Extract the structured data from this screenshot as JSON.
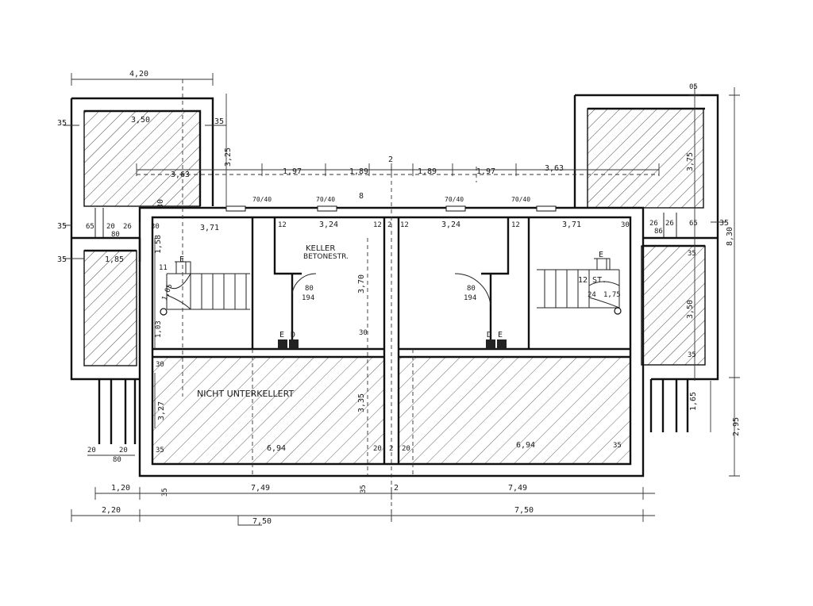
{
  "rooms": {
    "keller": "KELLER",
    "betonestr": "BETONESTR.",
    "nicht": "NICHT UNTERKELLERT"
  },
  "symbols": {
    "e": "E",
    "d": "D",
    "st": "12 ST."
  },
  "dimensions": {
    "top_overall": "4,20",
    "top_inner": "3,50",
    "left_35a": "35",
    "right_35a": "35",
    "v_325": "3,25",
    "d_363_l": "3,63",
    "d_197_l": "1,97",
    "d_189_l": "1,89",
    "d_2_top": "2",
    "d_189_r": "1,89",
    "d_197_r": "1,97",
    "d_363_r": "3,63",
    "w_30_l": "30",
    "w_70_40_l": "70/40",
    "w_70_40_c": "70/40",
    "w_8_c": "8",
    "w_70_40_cr": "70/40",
    "w_70_40_r": "70/40",
    "r_05": "05",
    "r_375": "3,75",
    "r_830": "8,30",
    "r_35b": "35",
    "left_35b": "35",
    "l_65": "65",
    "l_20": "20",
    "l_80": "80",
    "l_26": "26",
    "l_30": "30",
    "l_371": "3,71",
    "c_12a": "12",
    "c_324a": "3,24",
    "c_12b": "12",
    "c_2": "2",
    "c_12c": "12",
    "c_324b": "3,24",
    "c_12d": "12",
    "r_371": "3,71",
    "r_30": "30",
    "r_26a": "26",
    "r_26b": "26",
    "r_65": "65",
    "r_86": "86",
    "left_35c": "35",
    "l_185": "1,85",
    "l_158": "1,58",
    "l_11": "11",
    "l_105": "1,05",
    "l_103": "1,03",
    "door_80_l": "80",
    "door_194_l": "194",
    "v_370": "3,70",
    "door_80_r": "80",
    "door_194_r": "194",
    "r_24": "24",
    "r_175": "1,75",
    "r_35c": "35",
    "r_350": "3,50",
    "r_35d": "35",
    "l_30b": "30",
    "c_30": "30",
    "l_327": "3,27",
    "c_335": "3,35",
    "r_165": "1,65",
    "r_295": "2,95",
    "l_20b": "20",
    "l_20c": "20",
    "l_80b": "80",
    "l_35d": "35",
    "d_694_l": "6,94",
    "c_20a": "20",
    "c_2b": "2",
    "c_20b": "20",
    "d_694_r": "6,94",
    "r_35e": "35",
    "l_35e": "35",
    "c_35": "35",
    "b_120": "1,20",
    "b_749_l": "7,49",
    "b_2": "2",
    "b_749_r": "7,49",
    "b_220": "2,20",
    "b_750_l": "7,50",
    "b_750_r": "7,50"
  }
}
